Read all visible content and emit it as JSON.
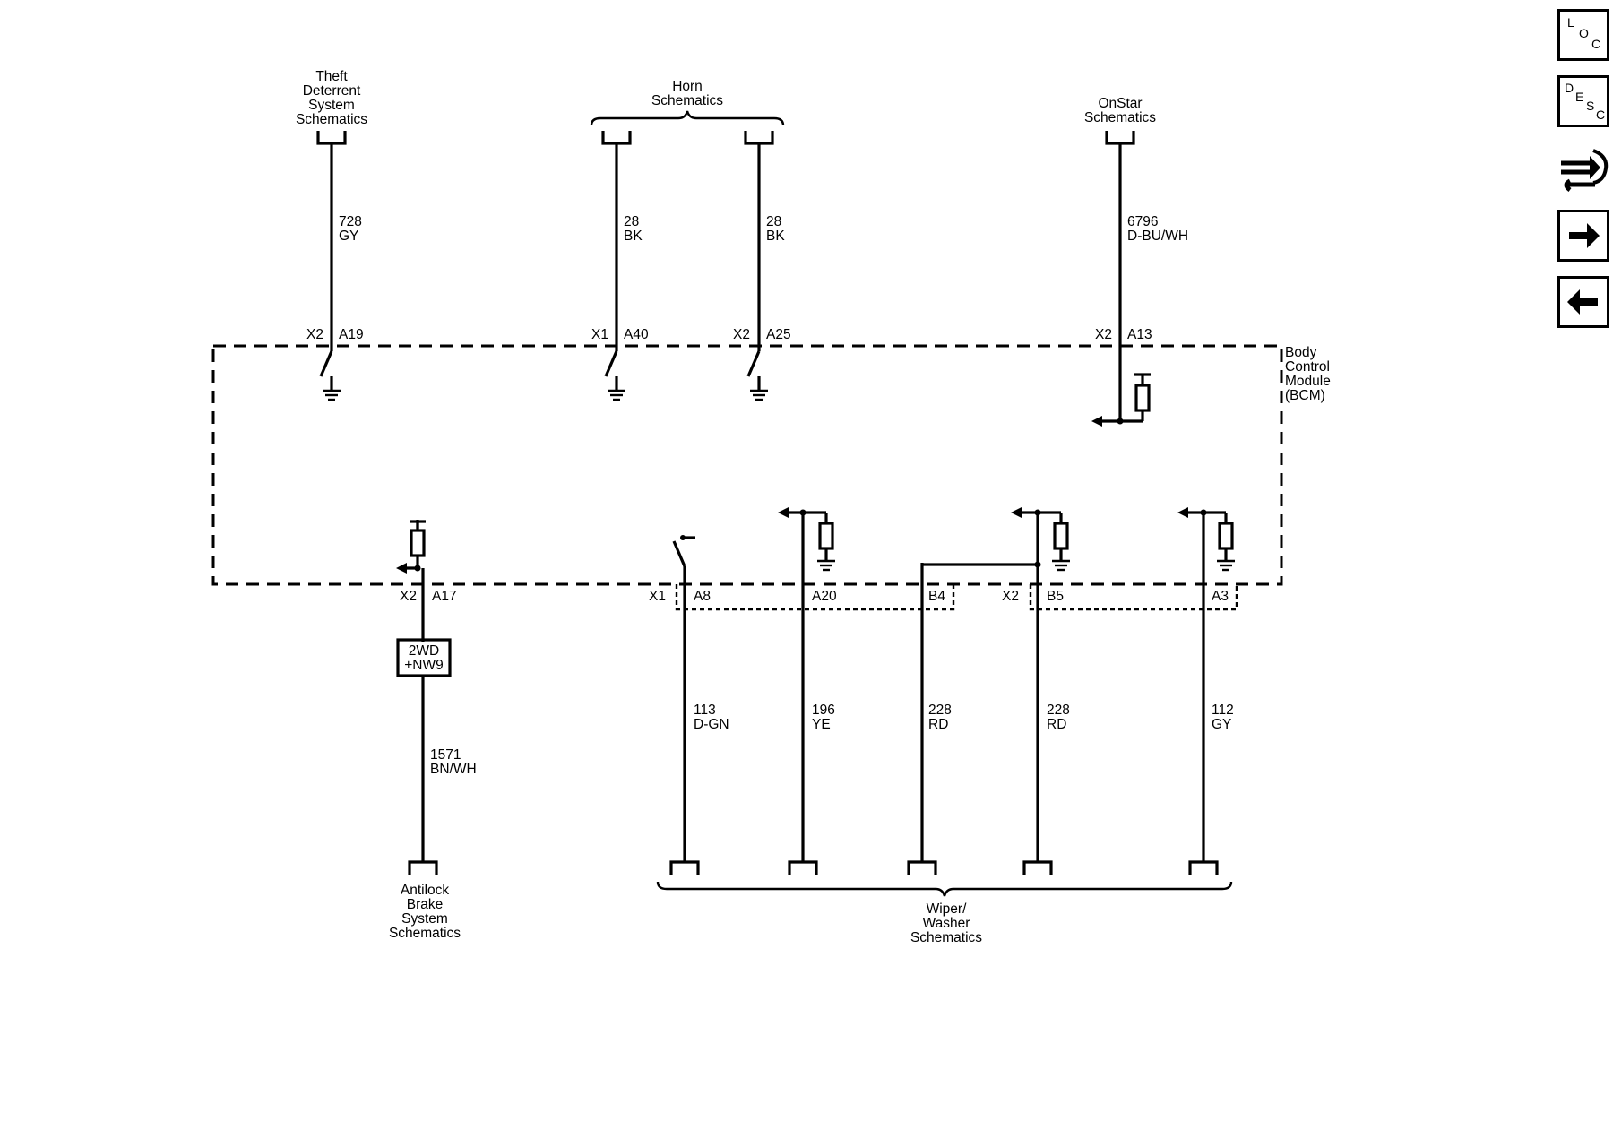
{
  "connectors": {
    "theft": {
      "line1": "Theft",
      "line2": "Deterrent",
      "line3": "System",
      "line4": "Schematics"
    },
    "horn": {
      "line1": "Horn",
      "line2": "Schematics"
    },
    "onstar": {
      "line1": "OnStar",
      "line2": "Schematics"
    },
    "abs": {
      "line1": "Antilock",
      "line2": "Brake",
      "line3": "System",
      "line4": "Schematics"
    },
    "wiper": {
      "line1": "Wiper/",
      "line2": "Washer",
      "line3": "Schematics"
    }
  },
  "bcm": {
    "line1": "Body",
    "line2": "Control",
    "line3": "Module",
    "line4": "(BCM)"
  },
  "option": {
    "line1": "2WD",
    "line2": "+NW9"
  },
  "wires": [
    {
      "circuit": "728",
      "color": "GY",
      "connector": "X2",
      "pin": "A19"
    },
    {
      "circuit": "28",
      "color": "BK",
      "connector": "X1",
      "pin": "A40"
    },
    {
      "circuit": "28",
      "color": "BK",
      "connector": "X2",
      "pin": "A25"
    },
    {
      "circuit": "6796",
      "color": "D-BU/WH",
      "connector": "X2",
      "pin": "A13"
    },
    {
      "circuit": "1571",
      "color": "BN/WH",
      "connector": "X2",
      "pin": "A17"
    },
    {
      "circuit": "113",
      "color": "D-GN",
      "connector": "X1",
      "pin": "A8"
    },
    {
      "circuit": "196",
      "color": "YE",
      "connector": "",
      "pin": "A20"
    },
    {
      "circuit": "228",
      "color": "RD",
      "connector": "",
      "pin": "B4"
    },
    {
      "circuit": "228",
      "color": "RD",
      "connector": "X2",
      "pin": "B5"
    },
    {
      "circuit": "112",
      "color": "GY",
      "connector": "",
      "pin": "A3"
    }
  ],
  "nav": {
    "loc": {
      "l": "L",
      "o": "O",
      "c": "C"
    },
    "desc": {
      "d": "D",
      "e": "E",
      "s": "S",
      "c": "C"
    },
    "icons": [
      "loc-icon",
      "desc-icon",
      "connector-wrench-icon",
      "arrow-right-icon",
      "arrow-left-icon"
    ]
  }
}
